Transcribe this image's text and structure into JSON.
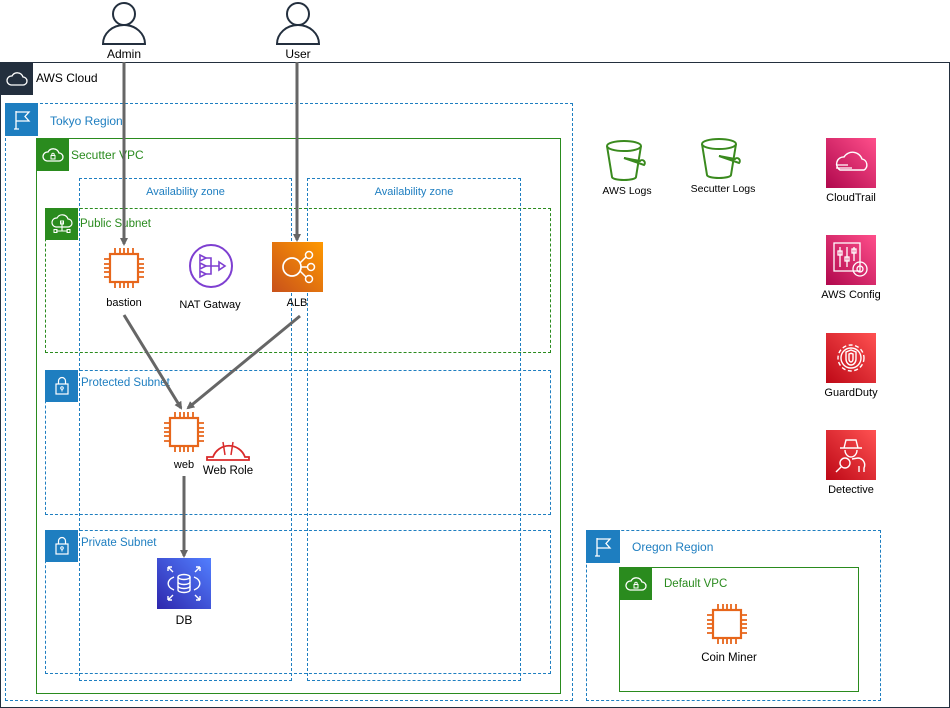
{
  "actors": [
    {
      "id": "admin",
      "label": "Admin"
    },
    {
      "id": "user",
      "label": "User"
    }
  ],
  "aws_cloud": {
    "label": "AWS Cloud"
  },
  "tokyo_region": {
    "label": "Tokyo Region",
    "vpc": {
      "label": "Secutter VPC",
      "availability_zones": [
        "Availability zone",
        "Availability zone"
      ],
      "subnets": {
        "public": {
          "label": "Public Subnet"
        },
        "protected": {
          "label": "Protected Subnet"
        },
        "private": {
          "label": "Private Subnet"
        }
      }
    },
    "nodes": {
      "bastion": "bastion",
      "nat": "NAT Gatway",
      "alb": "ALB",
      "web": "web",
      "web_role": "Web Role",
      "db": "DB"
    }
  },
  "buckets": [
    "AWS Logs",
    "Secutter Logs"
  ],
  "services": [
    "CloudTrail",
    "AWS Config",
    "GuardDuty",
    "Detective"
  ],
  "oregon_region": {
    "label": "Oregon Region",
    "vpc": {
      "label": "Default VPC"
    },
    "node": "Coin Miner"
  },
  "edges": [
    {
      "from": "Admin",
      "to": "bastion"
    },
    {
      "from": "User",
      "to": "ALB"
    },
    {
      "from": "bastion",
      "to": "web"
    },
    {
      "from": "ALB",
      "to": "web"
    },
    {
      "from": "web",
      "to": "DB"
    }
  ],
  "colors": {
    "region": "#1e7ec0",
    "vpc": "#2a8b1e",
    "compute": "#e7661b",
    "nat": "#7e3fd1",
    "database": "#3b48cc",
    "management": "#d6256e",
    "security": "#d92a2a",
    "storage": "#3a8a1e",
    "cloud": "#232f3e",
    "edge": "#666666"
  }
}
